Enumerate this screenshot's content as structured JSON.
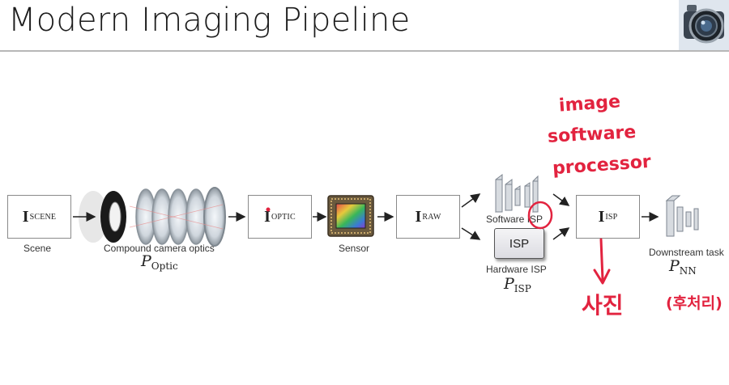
{
  "slide": {
    "title": "Modern Imaging Pipeline"
  },
  "pipeline": {
    "nodes": [
      {
        "symbol": "I",
        "subscript": "SCENE",
        "caption": "Scene"
      },
      {
        "caption": "Compound camera optics",
        "operator": "P",
        "operator_sub": "Optic"
      },
      {
        "symbol": "I",
        "subscript": "OPTIC"
      },
      {
        "caption": "Sensor"
      },
      {
        "symbol": "I",
        "subscript": "RAW"
      },
      {
        "caption": "Software ISP"
      },
      {
        "label": "ISP",
        "caption": "Hardware ISP",
        "operator": "P",
        "operator_sub": "ISP"
      },
      {
        "symbol": "I",
        "subscript": "ISP"
      },
      {
        "caption": "Downstream task",
        "operator": "P",
        "operator_sub": "NN"
      }
    ]
  },
  "annotations": {
    "line1": "image",
    "line2": "software",
    "line3": "processor",
    "photo": "사진",
    "post": "(후처리)"
  },
  "colors": {
    "annotation": "#e2233f",
    "box_border": "#8a8a8a"
  },
  "icons": [
    "camera-lens-logo-icon",
    "lens-stack-icon",
    "sensor-chip-icon",
    "neural-network-icon"
  ]
}
